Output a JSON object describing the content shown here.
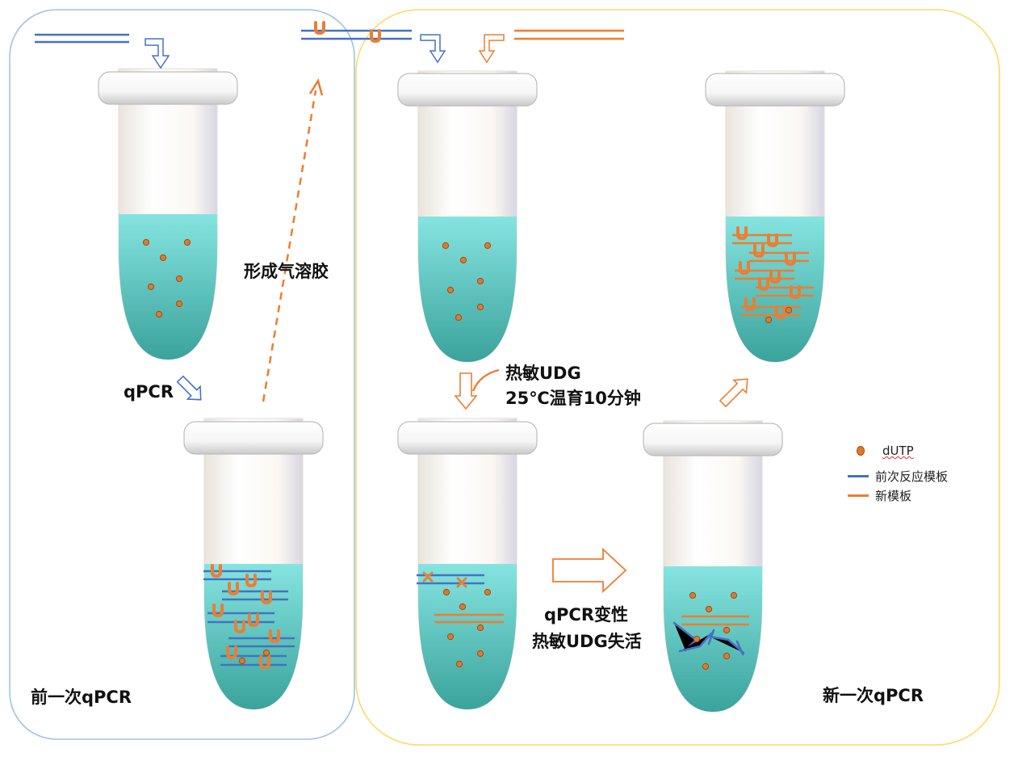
{
  "colors": {
    "blue": "#4472c4",
    "orange": "#ed7d31",
    "liquid_top": "#7fe0dc",
    "liquid_bottom": "#3fa8a0",
    "panel_left_border": "#9dc3e6",
    "panel_right_border": "#ffd966"
  },
  "labels": {
    "previous_qpcr": "前一次qPCR",
    "new_qpcr": "新一次qPCR",
    "qpcr": "qPCR",
    "aerosol": "形成气溶胶",
    "udg_line1": "热敏UDG",
    "udg_line2": "25℃温育10分钟",
    "denature_line1": "qPCR变性",
    "denature_line2": "热敏UDG失活"
  },
  "legend": {
    "dutp": "dUTP",
    "previous_template": "前次反应模板",
    "new_template": "新模板"
  },
  "icons": [
    "tube-icon",
    "u-base-icon",
    "x-mark-icon",
    "arrow-icon"
  ]
}
